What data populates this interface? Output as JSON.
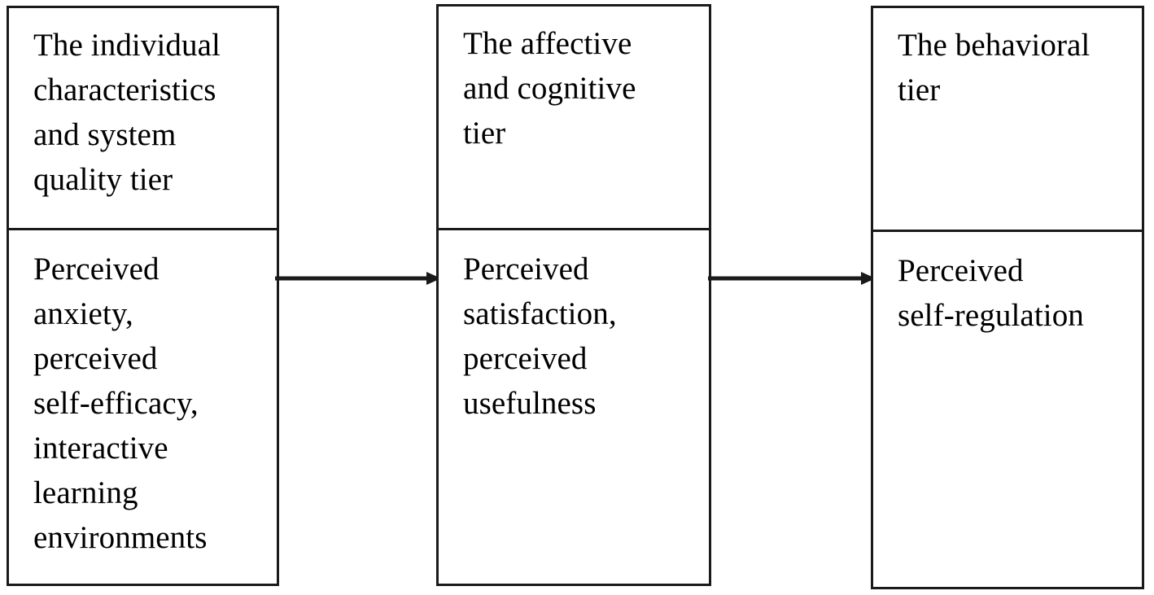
{
  "diagram": {
    "type": "three-tier-flow",
    "orientation": "left-to-right",
    "background_color": "#ffffff",
    "line_color": "#1a1a1a",
    "text_color": "#000000",
    "columns": [
      {
        "id": "individual-characteristics-and-system-quality",
        "header": "The individual\ncharacteristics\nand system\nquality tier",
        "body": "Perceived\nanxiety,\nperceived\nself-efficacy,\ninteractive\nlearning\nenvironments"
      },
      {
        "id": "affective-and-cognitive",
        "header": "The affective\nand cognitive\ntier",
        "body": "Perceived\nsatisfaction,\nperceived\nusefulness"
      },
      {
        "id": "behavioral",
        "header": "The behavioral\ntier",
        "body": "Perceived\nself-regulation"
      }
    ],
    "connectors": [
      {
        "id": "arrow-tier1-to-tier2",
        "icon": "arrow-right-icon",
        "from": "individual-characteristics-and-system-quality",
        "to": "affective-and-cognitive"
      },
      {
        "id": "arrow-tier2-to-tier3",
        "icon": "arrow-right-icon",
        "from": "affective-and-cognitive",
        "to": "behavioral"
      }
    ]
  }
}
